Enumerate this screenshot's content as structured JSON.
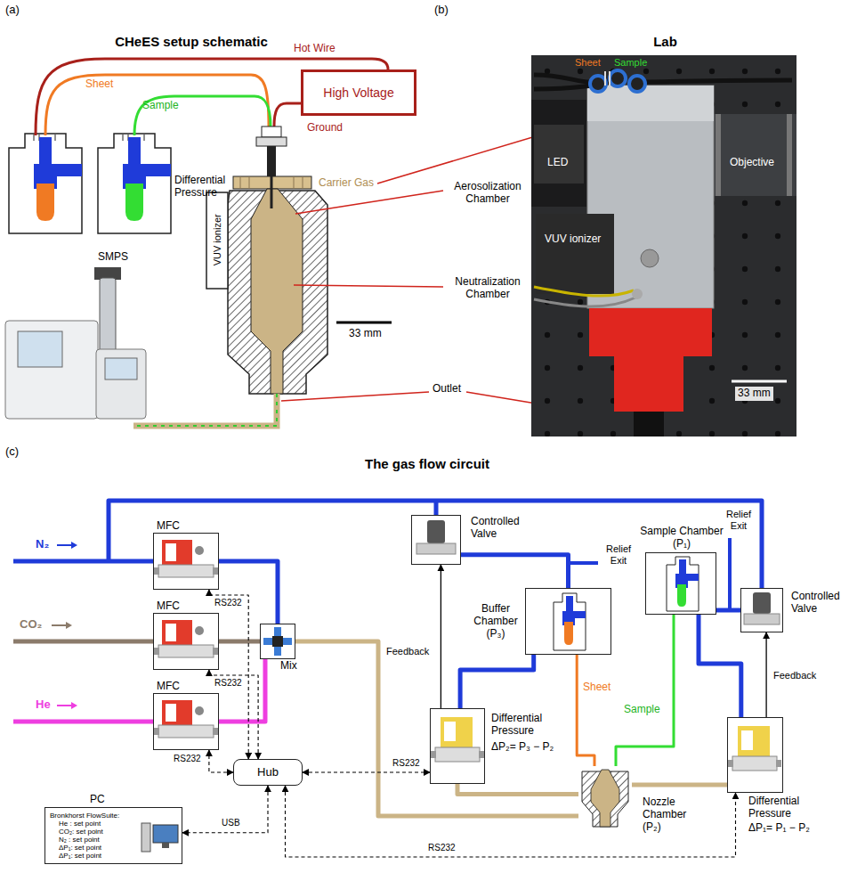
{
  "diagram": {
    "nodes": [
      {
        "text": [
          "High Voltage"
        ]
      },
      {
        "text": [
          "MFC"
        ]
      },
      {
        "text": [
          "MFC"
        ]
      },
      {
        "text": [
          "MFC"
        ]
      },
      {
        "text": [
          "Mix"
        ]
      },
      {
        "text": [
          "Hub"
        ]
      },
      {
        "text": [
          "PC",
          "Bronkhorst FlowSuite:",
          "He : set point",
          "CO₂: set point",
          "N₂ : set point",
          "ΔP₁: set point",
          "ΔP₁: set point"
        ]
      },
      {
        "text": [
          "Controlled Valve"
        ]
      },
      {
        "text": [
          "Buffer Chamber (P₃)"
        ]
      },
      {
        "text": [
          "Sample Chamber (P₁)"
        ]
      },
      {
        "text": [
          "Controlled Valve"
        ]
      },
      {
        "text": [
          "Differential Pressure",
          "ΔP₂= P₃ − P₂"
        ]
      },
      {
        "text": [
          "Nozzle Chamber (P₂)"
        ]
      },
      {
        "text": [
          "Differential Pressure",
          "ΔP₁= P₁ − P₂"
        ]
      }
    ],
    "edges": [
      {
        "from": 1,
        "to": 4,
        "arrow": "none"
      },
      {
        "from": 2,
        "to": 4,
        "arrow": "none"
      },
      {
        "from": 3,
        "to": 4,
        "arrow": "none"
      },
      {
        "from": 4,
        "to": 12,
        "arrow": "none"
      },
      {
        "from": 5,
        "to": 1,
        "label": "RS232",
        "arrow": "both"
      },
      {
        "from": 5,
        "to": 2,
        "label": "RS232",
        "arrow": "both"
      },
      {
        "from": 5,
        "to": 3,
        "label": "RS232",
        "arrow": "both"
      },
      {
        "from": 5,
        "to": 6,
        "label": "USB",
        "arrow": "both"
      },
      {
        "from": 5,
        "to": 11,
        "label": "RS232",
        "arrow": "both"
      },
      {
        "from": 5,
        "to": 13,
        "label": "RS232",
        "arrow": "both"
      },
      {
        "from": 11,
        "to": 7,
        "label": "Feedback",
        "arrow": "to"
      },
      {
        "from": 13,
        "to": 10,
        "label": "Feedback",
        "arrow": "to"
      },
      {
        "from": 7,
        "to": 8,
        "arrow": "none"
      },
      {
        "from": 10,
        "to": 9,
        "arrow": "none"
      },
      {
        "from": 8,
        "to": 12,
        "label": "Sheet",
        "arrow": "none"
      },
      {
        "from": 9,
        "to": 12,
        "label": "Sample",
        "arrow": "none"
      },
      {
        "from": 11,
        "to": 8,
        "arrow": "none"
      },
      {
        "from": 13,
        "to": 9,
        "arrow": "none"
      },
      {
        "from": 11,
        "to": 12,
        "arrow": "none"
      },
      {
        "from": 12,
        "to": 13,
        "arrow": "none"
      }
    ],
    "labels": [
      "(a)",
      "CHeES setup schematic",
      "Hot Wire",
      "Sheet",
      "Sample",
      "Ground",
      "Differential Pressure",
      "Carrier Gas",
      "VUV ionizer",
      "Aerosolization Chamber",
      "Neutralization Chamber",
      "SMPS",
      "33 mm",
      "Outlet",
      "(b)",
      "Lab",
      "Sheet",
      "Sample",
      "LED",
      "Objective",
      "VUV ionizer",
      "33 mm",
      "(c)",
      "The gas flow circuit",
      "N₂",
      "CO₂",
      "He",
      "Relief Exit",
      "Relief Exit"
    ]
  }
}
